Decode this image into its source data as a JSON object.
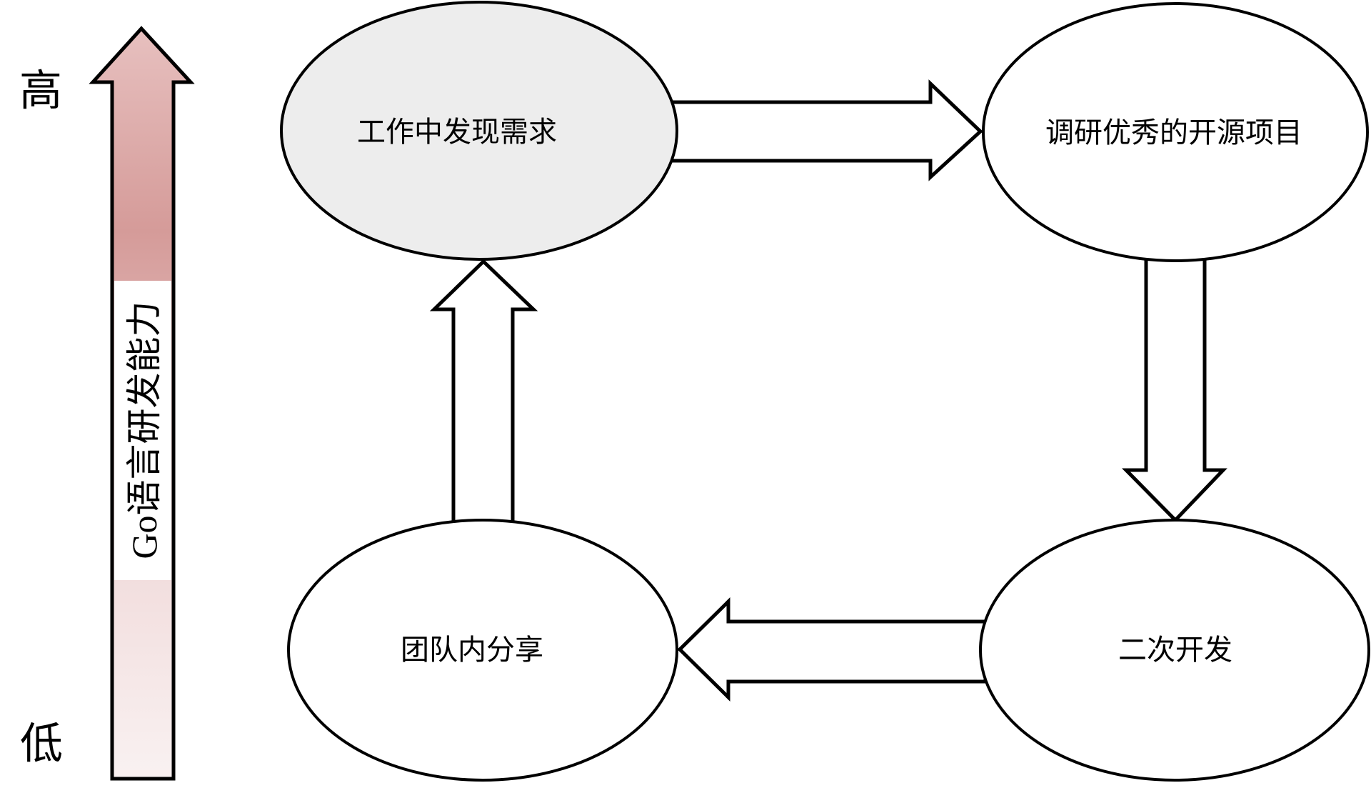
{
  "diagram": {
    "type": "cycle-flowchart",
    "background": "#ffffff",
    "outline_color": "#000000"
  },
  "axis": {
    "high_label": "高",
    "low_label": "低",
    "label": "Go语言研发能力",
    "label_background": "#ffffff",
    "gradient_stops": [
      {
        "color": "#e7c0bf"
      },
      {
        "color": "#d59b99"
      },
      {
        "color": "#f2dede"
      },
      {
        "color": "#f9f1f1"
      }
    ]
  },
  "nodes": [
    {
      "label": "工作中发现需求",
      "fill": "#ededed"
    },
    {
      "label": "调研优秀的开源项目",
      "fill": "#ffffff"
    },
    {
      "label": "二次开发",
      "fill": "#ffffff"
    },
    {
      "label": "团队内分享",
      "fill": "#ffffff"
    }
  ],
  "arrows": [
    {
      "from": "工作中发现需求",
      "to": "调研优秀的开源项目",
      "direction": "right"
    },
    {
      "from": "调研优秀的开源项目",
      "to": "二次开发",
      "direction": "down"
    },
    {
      "from": "二次开发",
      "to": "团队内分享",
      "direction": "left"
    },
    {
      "from": "团队内分享",
      "to": "工作中发现需求",
      "direction": "up"
    }
  ]
}
